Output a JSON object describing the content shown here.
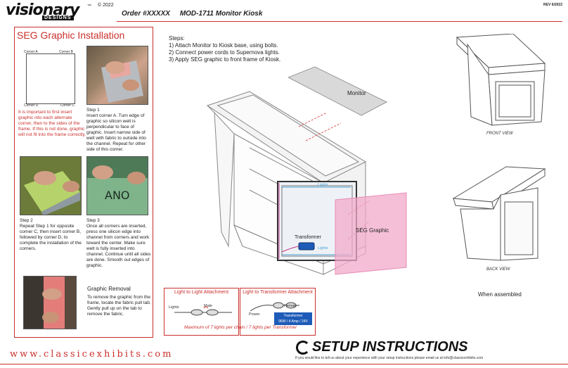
{
  "header": {
    "logo_text": "visionary",
    "logo_sub": "DESIGNS",
    "logo_tm": "™",
    "copyright": "© 2022",
    "order": "Order #XXXXX     MOD-1711 Monitor Kiosk",
    "rev": "REV 6/2022"
  },
  "left_panel": {
    "title": "SEG Graphic Installation",
    "corners": [
      "Corner A",
      "Corner B",
      "Corner D",
      "Corner C"
    ],
    "warning": "It is important to first insert graphic into each alternate corner, then to the sides of the frame. If this is not done, graphic will not fit into the frame correctly.",
    "step1_title": "Step 1",
    "step1_text": "Insert corner A. Turn edge of graphic so silicon welt is perpendicular to face of graphic. Insert narrow side of welt with fabric to outside into the channel. Repeat for other side of this corner.",
    "step2_title": "Step 2",
    "step2_text": "Repeat Step 1 for opposite corner C, then insert corner B, followed by corner D, to complete the installation of the corners.",
    "step3_title": "Step 3",
    "step3_text": "Once all corners are inserted, press one silicon edge into channel from corners and work toward the center. Make sure welt is fully inserted into channel. Continue until all sides are done. Smooth out edges of graphic.",
    "removal_title": "Graphic Removal",
    "removal_text": "To remove the graphic from the frame, locate the fabric pull tab. Gently pull up on the tab to remove the fabric."
  },
  "steps": {
    "heading": "Steps:",
    "items": [
      "1) Attach Monitor to Kiosk base, using bolts.",
      "2) Connect power cords to Supernova lights.",
      "3) Apply SEG graphic to front frame of Kiosk."
    ]
  },
  "diagram": {
    "monitor": "Monitor",
    "seg": "SEG Graphic",
    "transformer": "Transformer",
    "lights_top": "Lights",
    "lights_bottom": "Lights",
    "front_view": "FRONT VIEW",
    "back_view": "BACK VIEW",
    "assembled": "When assembled"
  },
  "attachments": {
    "light_title": "Light to Light Attachment",
    "transformer_title": "Light to Transformer Attachment",
    "lights": "Lights",
    "male": "Male",
    "female": "Female",
    "power": "Power",
    "transformer_label": "Transformer",
    "transformer_spec": "96W / 4 Amp / 24V",
    "max_note": "Maximum of 7 lights per chain / 7 lights per Transformer"
  },
  "footer": {
    "url": "www.classicexhibits.com",
    "setup": "SETUP INSTRUCTIONS",
    "note": "If you would like to tell us about your experience with your setup instructions please email us at info@classicexhibits.com"
  },
  "colors": {
    "accent": "#c9302c",
    "seg_pink": "#f2a9c9",
    "monitor_gray": "#d9d9d9"
  }
}
